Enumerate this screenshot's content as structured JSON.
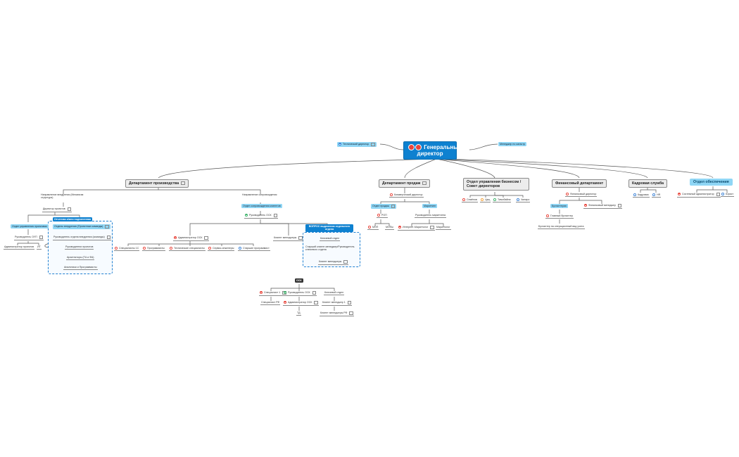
{
  "colors": {
    "accent": "#0e81d0",
    "light_blue": "#8fd6f5",
    "dept_gray": "#ececec",
    "icon_red": "#e8443b",
    "icon_blue": "#3b82d6",
    "icon_green": "#3db36b",
    "line": "#555555",
    "dashed_box": "#1e7fd0"
  },
  "root": {
    "title_line1": "Генеральный",
    "title_line2": "директор",
    "icon": "people-icon"
  },
  "root_sides": {
    "left": "Технический директор",
    "right": "Менеджер по катастр"
  },
  "departments": {
    "production": "Департамент производства",
    "sales": "Департамент продаж",
    "business_board": "Отдел управления бизнесом / Совет директоров",
    "finance": "Финансовый департамент",
    "hr": "Кадровая служба",
    "support": "Отдел обеспечения"
  },
  "production": {
    "impl_direction": "Направление внедрения (Механизм структура)",
    "project_director": "Директор проектов",
    "pm_dept": "Отдел управления проектами",
    "opu_head": "Руководитель ОУП",
    "project_admin": "Администратор проектов",
    "it": "ИТ",
    "sub_header": "Отчетная и/или подчиненная",
    "impl_dept": "Отделы внедрения (Проектные команды)",
    "impl_head": "Руководитель отдела внедрения (команды)",
    "project_managers": "Руководители проектов",
    "architects": "Архитекторы (ТА и ФА)",
    "analysts": "Аналитики и Программисты",
    "support_direction": "Направление сопровождения",
    "client_support": "Отдел сопровождения клиентов",
    "ocs_head": "Руководитель ОСК",
    "ocs_admin": "Администратор ОСК",
    "client_managers": "Клиент менеджеры",
    "specialists": [
      "Специалисты 1С",
      "Программисты",
      "Технические специалисты",
      "Сервис-инженеры",
      "Старшие программист"
    ],
    "question_header": "ВОПРОС выделения отдельного отдела",
    "key_dept": "Ключевой отдел",
    "senior_client_manager": "Старший клиент менеджер/Руководитель ключевого отдела",
    "client_managers2": "Клиент менеджеры"
  },
  "ocs_block": {
    "title": "ОСК",
    "specialist1": "Специалист 1",
    "specialist_rf": "Специалист РФ",
    "ocs_head": "Руководитель ОСК",
    "ocs_admin": "Администратор ОСК",
    "td": "ТД",
    "key_dept": "Ключевой отдел",
    "client_manager1": "Клиент менеджер 1",
    "client_managers_rf": "Клиент менеджеры РФ"
  },
  "sales": {
    "commercial_director": "Коммерческий директор",
    "sales_dept": "Отдел продаж",
    "rop": "РОП",
    "mop": "МОП",
    "mops": "МОПы",
    "marketing": "Маркетинг",
    "marketing_head": "Руководитель маркетинга",
    "internet_marketer": "Интернет-Маркетолог",
    "marketologist": "Маркетолог"
  },
  "board": {
    "members": [
      "Семёнов",
      "Цыц",
      "Тимобайна",
      "Чинаро"
    ]
  },
  "finance": {
    "fin_director": "Финансовый директор",
    "accounting": "Бухгалтерия",
    "fin_manager": "Финансовый менеджер",
    "chief_accountant": "Главный бухгалтер",
    "accountant": "Бухгалтер на операционный вид учета"
  },
  "hr": {
    "recruitment": "Кадровик",
    "hr": "HR"
  },
  "support": {
    "sysadmin": "Системный администратор",
    "lawyer": "Юрист"
  }
}
